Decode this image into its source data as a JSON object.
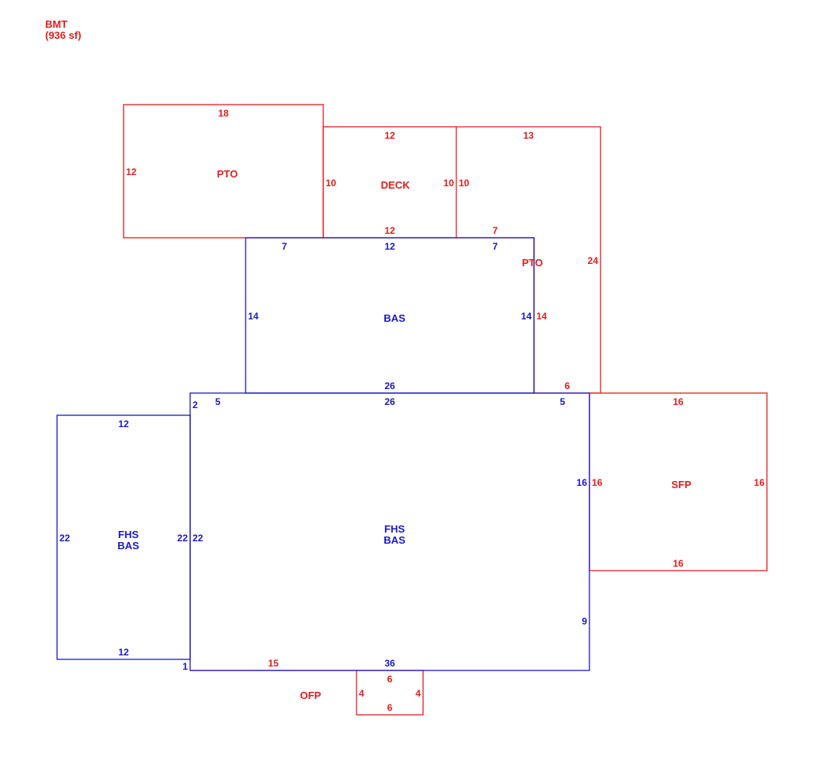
{
  "header": {
    "title": "BMT",
    "area": "(936 sf)"
  },
  "colors": {
    "red": "#e31e1e",
    "blue": "#1a1ac8"
  },
  "areas": {
    "pto_left": {
      "name": "PTO"
    },
    "deck": {
      "name": "DECK"
    },
    "pto_right": {
      "name": "PTO"
    },
    "bas_upper": {
      "name": "BAS"
    },
    "main": {
      "name1": "FHS",
      "name2": "BAS"
    },
    "fhs_left": {
      "name1": "FHS",
      "name2": "BAS"
    },
    "sfp": {
      "name": "SFP"
    },
    "ofp": {
      "name": "OFP"
    }
  },
  "dims": {
    "pto_left_top": "18",
    "pto_left_left": "12",
    "deck_top": "12",
    "deck_left": "10",
    "deck_right": "10",
    "deck_bottom": "12",
    "pto_right_top": "13",
    "pto_right_left": "10",
    "pto_right_step": "7",
    "pto_right_right": "24",
    "pto_right_inner": "14",
    "pto_right_bottom": "6",
    "bas_upper_top_left": "7",
    "bas_upper_top_mid": "12",
    "bas_upper_top_right": "7",
    "bas_upper_left": "14",
    "bas_upper_right": "14",
    "bas_upper_bottom": "26",
    "main_top": "26",
    "main_top_left": "5",
    "main_top_right": "5",
    "main_left_step": "2",
    "main_left": "22",
    "main_right_upper": "16",
    "main_right_lower": "9",
    "main_bottom": "36",
    "main_bottom_left_step": "1",
    "main_bottom_red": "15",
    "fhs_left_top": "12",
    "fhs_left_left": "22",
    "fhs_left_right": "22",
    "fhs_left_bottom": "12",
    "sfp_top": "16",
    "sfp_left": "16",
    "sfp_right": "16",
    "sfp_bottom": "16",
    "ofp_top": "6",
    "ofp_left": "4",
    "ofp_right": "4",
    "ofp_bottom": "6"
  }
}
